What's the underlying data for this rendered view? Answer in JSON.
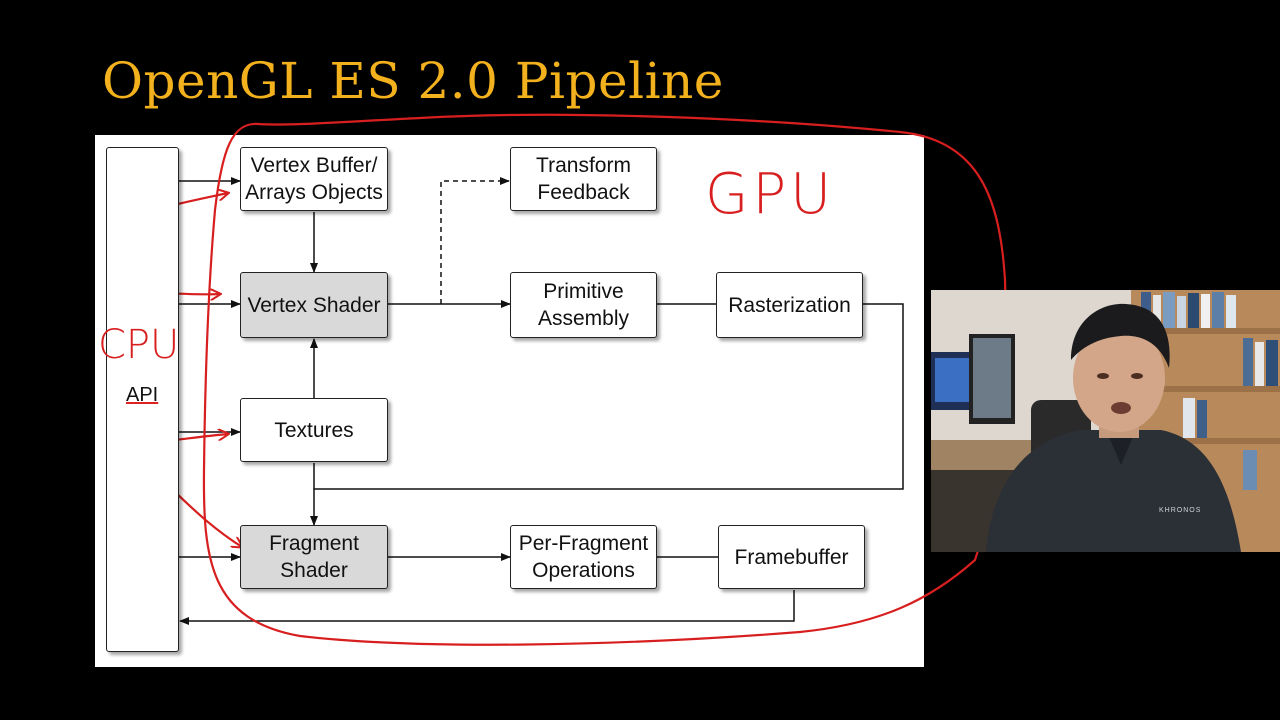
{
  "slide": {
    "title": "OpenGL ES 2.0 Pipeline"
  },
  "diagram": {
    "api_label": "API",
    "nodes": {
      "vbo": "Vertex Buffer/\nArrays Objects",
      "vertex_shader": "Vertex Shader",
      "textures": "Textures",
      "fragment_shader": "Fragment\nShader",
      "transform_feedback": "Transform\nFeedback",
      "primitive_assembly": "Primitive\nAssembly",
      "rasterization": "Rasterization",
      "per_fragment_ops": "Per-Fragment\nOperations",
      "framebuffer": "Framebuffer"
    }
  },
  "annotations": {
    "cpu_label": "CPU",
    "gpu_label": "GPU",
    "color": "#d81f1f"
  },
  "webcam": {
    "description_icon": "presenter-video-feed",
    "shirt_logo": "KHRONOS"
  }
}
